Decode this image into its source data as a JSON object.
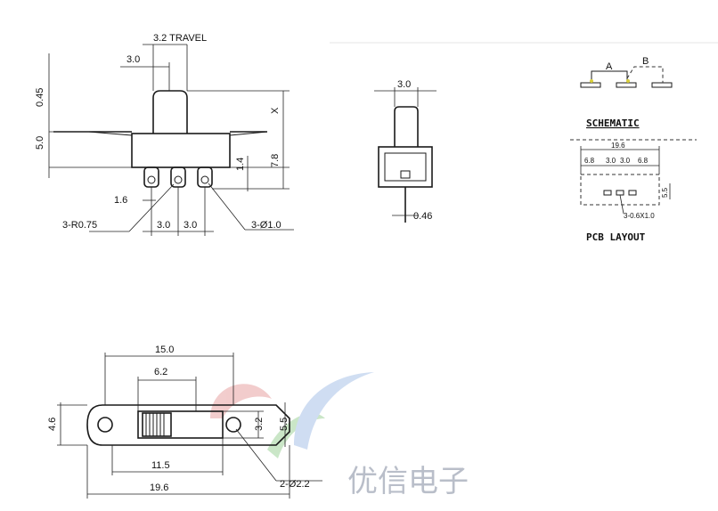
{
  "side_view": {
    "travel_label": "3.2 TRAVEL",
    "width_label": "3.0",
    "dim_045": "0.45",
    "dim_50": "5.0",
    "dim_x": "X",
    "dim_78": "7.8",
    "dim_14": "1.4",
    "dim_16": "1.6",
    "radius_label": "3-R0.75",
    "pitch_1": "3.0",
    "pitch_2": "3.0",
    "hole_label": "3-Ø1.0"
  },
  "end_view": {
    "width_label": "3.0",
    "pin_label": "0.46"
  },
  "schematic": {
    "label_a": "A",
    "label_b": "B",
    "title": "SCHEMATIC"
  },
  "pcb_layout": {
    "overall": "19.6",
    "d1": "6.8",
    "d2": "3.0",
    "d3": "3.0",
    "d4": "6.8",
    "height": "5.5",
    "pad_label": "3-0.6X1.0",
    "title": "PCB LAYOUT"
  },
  "top_view": {
    "dim_150": "15.0",
    "dim_62": "6.2",
    "dim_46": "4.6",
    "dim_32": "3.2",
    "dim_55": "5.5",
    "dim_115": "11.5",
    "dim_196": "19.6",
    "hole_label": "2-Ø2.2"
  },
  "watermark": {
    "text": "优信电子"
  },
  "colors": {
    "line": "#1a1a1a",
    "watermark_text": "#b9bec9",
    "watermark_red": "#e8a4a4",
    "watermark_green": "#9fd39a",
    "watermark_blue": "#a9c2e8",
    "marker_yellow": "#d9cf3a"
  }
}
